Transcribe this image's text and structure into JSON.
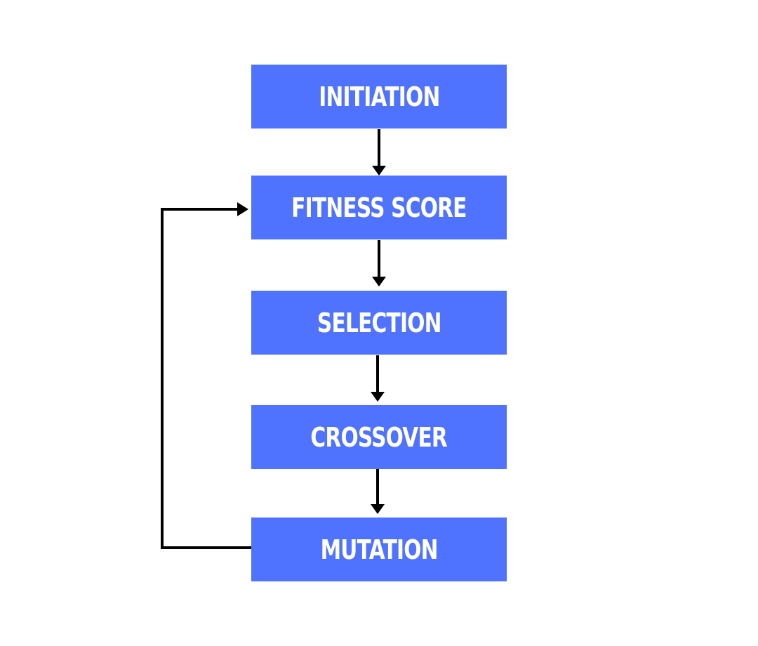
{
  "diagram": {
    "box_color": "#5073FF",
    "text_color": "#FFFFFF",
    "connector_color": "#000000",
    "steps": [
      {
        "id": "initiation",
        "label": "INITIATION"
      },
      {
        "id": "fitness-score",
        "label": "FITNESS SCORE"
      },
      {
        "id": "selection",
        "label": "SELECTION"
      },
      {
        "id": "crossover",
        "label": "CROSSOVER"
      },
      {
        "id": "mutation",
        "label": "MUTATION"
      }
    ],
    "edges": [
      {
        "from": "initiation",
        "to": "fitness-score"
      },
      {
        "from": "fitness-score",
        "to": "selection"
      },
      {
        "from": "selection",
        "to": "crossover"
      },
      {
        "from": "crossover",
        "to": "mutation"
      },
      {
        "from": "mutation",
        "to": "fitness-score",
        "kind": "loop-back"
      }
    ]
  }
}
